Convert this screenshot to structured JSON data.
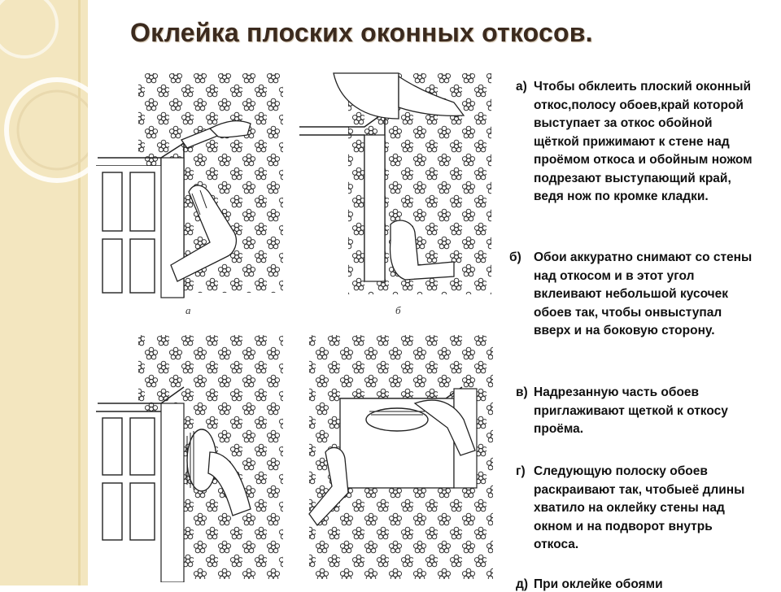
{
  "title": "Оклейка плоских оконных откосов.",
  "illustrations": [
    {
      "caption": "а"
    },
    {
      "caption": "б"
    },
    {
      "caption": ""
    },
    {
      "caption": ""
    }
  ],
  "steps": [
    {
      "letter": "а)",
      "text": "Чтобы обклеить плоский оконный откос,полосу обоев,край которой выступает за откос обойной щёткой прижимают к стене над проёмом откоса и обойным ножом  подрезают выступающий край, ведя нож по кромке кладки."
    },
    {
      "letter": "б)",
      "text": "Обои аккуратно снимают со стены над откосом и в этот угол вклеивают небольшой кусочек обоев так, чтобы онвыступал вверх и на боковую сторону."
    },
    {
      "letter": "в)",
      "text": "Надрезанную часть обоев приглаживают щеткой к откосу проёма."
    },
    {
      "letter": "г)",
      "text": "Следующую полоску обоев раскраивают так, чтобыеё длины хватило на оклейку стены над окном и на подворот внутрь откоса."
    },
    {
      "letter": "д)",
      "text": "При оклейке обоями"
    }
  ],
  "colors": {
    "band": "#f3e6bf",
    "title": "#3b2a1e",
    "ink": "#222222"
  }
}
